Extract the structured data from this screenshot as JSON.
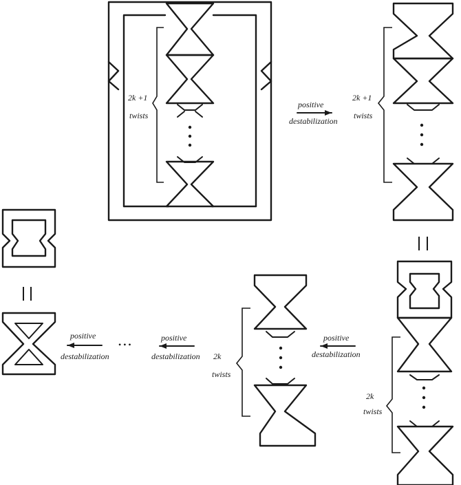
{
  "arrows": [
    {
      "line1": "positive",
      "line2": "destabilization"
    },
    {
      "line1": "positive",
      "line2": "destabilization"
    },
    {
      "line1": "positive",
      "line2": "destabilization"
    },
    {
      "line1": "positive",
      "line2": "destabilization"
    }
  ],
  "braces": [
    {
      "count": "2k +1",
      "unit": "twists"
    },
    {
      "count": "2k +1",
      "unit": "twists"
    },
    {
      "count": "2k",
      "unit": "twists"
    },
    {
      "count": "2k",
      "unit": "twists"
    }
  ],
  "ellipsis": "• • •"
}
